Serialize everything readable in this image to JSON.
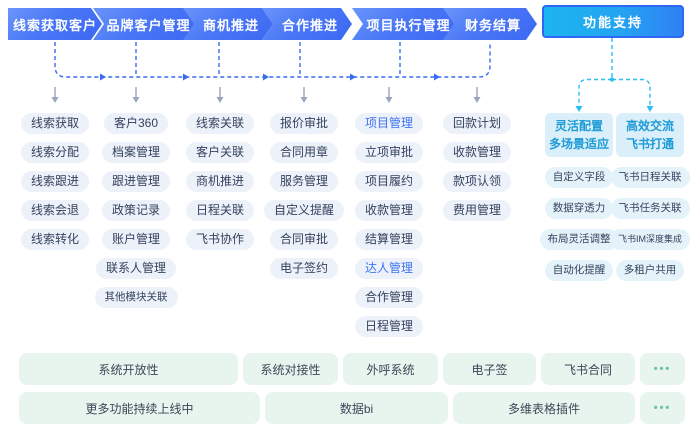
{
  "flow": {
    "steps": [
      "线索获取客户",
      "品牌客户管理",
      "商机推进",
      "合作推进",
      "项目执行管理",
      "财务结算"
    ],
    "support_label": "功能支持"
  },
  "columns": [
    [
      "线索获取",
      "线索分配",
      "线索跟进",
      "线索会退",
      "线索转化"
    ],
    [
      "客户360",
      "档案管理",
      "跟进管理",
      "政策记录",
      "账户管理",
      "联系人管理",
      "其他模块关联"
    ],
    [
      "线索关联",
      "客户关联",
      "商机推进",
      "日程关联",
      "飞书协作"
    ],
    [
      "报价审批",
      "合同用章",
      "服务管理",
      "自定义提醒",
      "合同审批",
      "电子签约"
    ],
    [
      "项目管理",
      "立项审批",
      "项目履约",
      "收款管理",
      "结算管理",
      "达人管理",
      "合作管理",
      "日程管理"
    ],
    [
      "回款计划",
      "收款管理",
      "款项认领",
      "费用管理"
    ]
  ],
  "support_groups": [
    {
      "title_line1": "灵活配置",
      "title_line2": "多场景适应",
      "items": [
        "自定义字段",
        "数据穿透力",
        "布局灵活调整",
        "自动化提醒"
      ]
    },
    {
      "title_line1": "高效交流",
      "title_line2": "飞书打通",
      "items": [
        "飞书日程关联",
        "飞书任务关联",
        "飞书IM深度集成",
        "多租户共用"
      ]
    }
  ],
  "bottom_rows": [
    [
      "系统开放性",
      "系统对接性",
      "外呼系统",
      "电子签",
      "飞书合同",
      "•••"
    ],
    [
      "更多功能持续上线中",
      "数据bi",
      "多维表格插件",
      "•••"
    ]
  ],
  "colors": {
    "flow_button_gradient_start": "#6b95fb",
    "flow_button_gradient_end": "#3c68f3",
    "support_button_gradient_start": "#1cb5ef",
    "support_button_gradient_end": "#2f80f4",
    "support_button_border": "#2e68f2",
    "pill_bg": "#edf1f9",
    "pill_text": "#35425e",
    "pill_accent_text": "#3e73f4",
    "support_pill_bg": "#e4f3fa",
    "support_header_bg": "#dbeffa",
    "support_header_text": "#1d9bd6",
    "bottom_box_bg": "#e8f4ee",
    "bottom_dots": "#68c39b",
    "connector_blue": "#3a6cf2",
    "connector_cyan": "#2abef2",
    "connector_gray": "#99a5bb"
  }
}
